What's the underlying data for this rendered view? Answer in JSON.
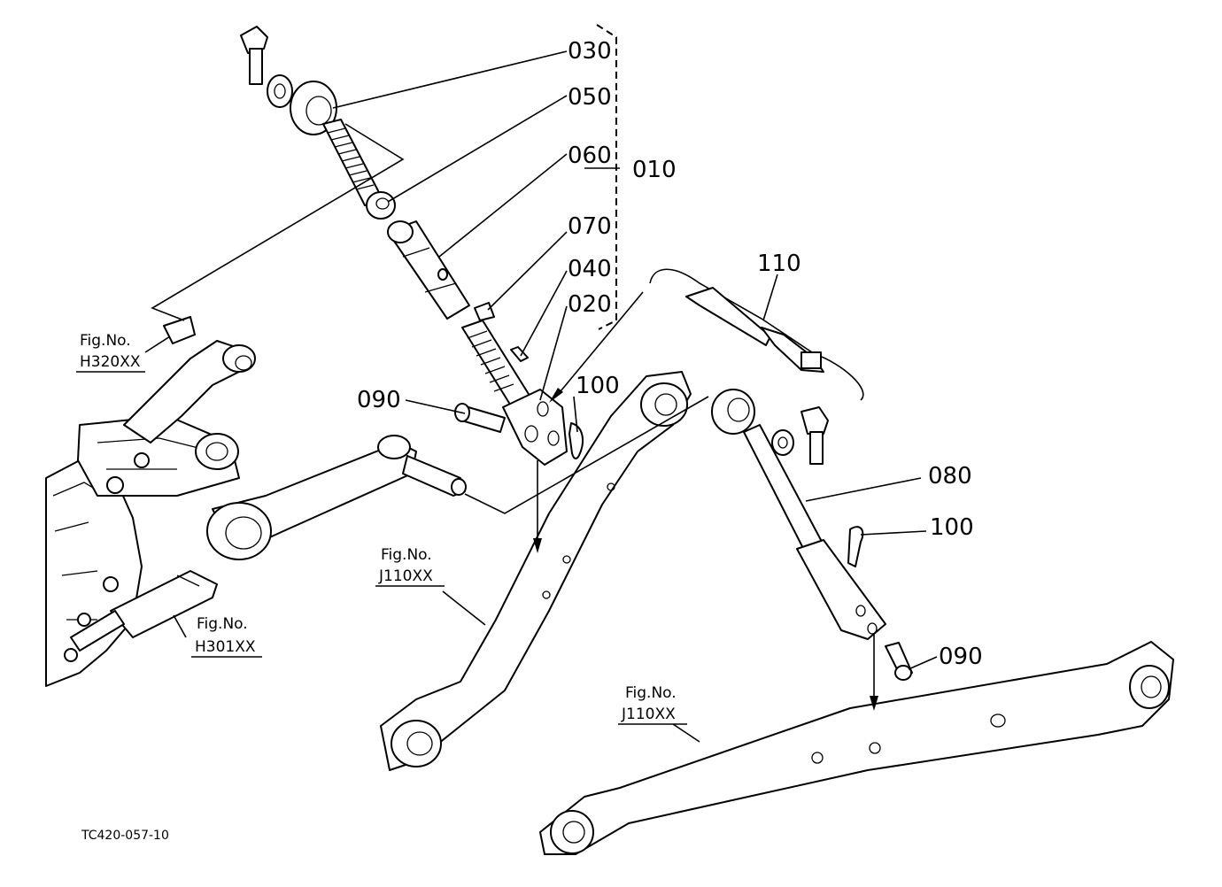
{
  "diagram": {
    "parts": [
      {
        "id": "p030",
        "label": "030"
      },
      {
        "id": "p050",
        "label": "050"
      },
      {
        "id": "p060",
        "label": "060"
      },
      {
        "id": "p010",
        "label": "010"
      },
      {
        "id": "p070",
        "label": "070"
      },
      {
        "id": "p040",
        "label": "040"
      },
      {
        "id": "p020",
        "label": "020"
      },
      {
        "id": "p110",
        "label": "110"
      },
      {
        "id": "p090a",
        "label": "090"
      },
      {
        "id": "p100a",
        "label": "100"
      },
      {
        "id": "p080",
        "label": "080"
      },
      {
        "id": "p100b",
        "label": "100"
      },
      {
        "id": "p090b",
        "label": "090"
      }
    ],
    "figure_refs": [
      {
        "id": "h320",
        "line1": "Fig.No.",
        "line2": "H320XX"
      },
      {
        "id": "j110a",
        "line1": "Fig.No.",
        "line2": "J110XX"
      },
      {
        "id": "h301",
        "line1": "Fig.No.",
        "line2": "H301XX"
      },
      {
        "id": "j110b",
        "line1": "Fig.No.",
        "line2": "J110XX"
      }
    ],
    "drawing_code": "TC420-057-10",
    "line_color": "#000000",
    "background_color": "#ffffff"
  }
}
